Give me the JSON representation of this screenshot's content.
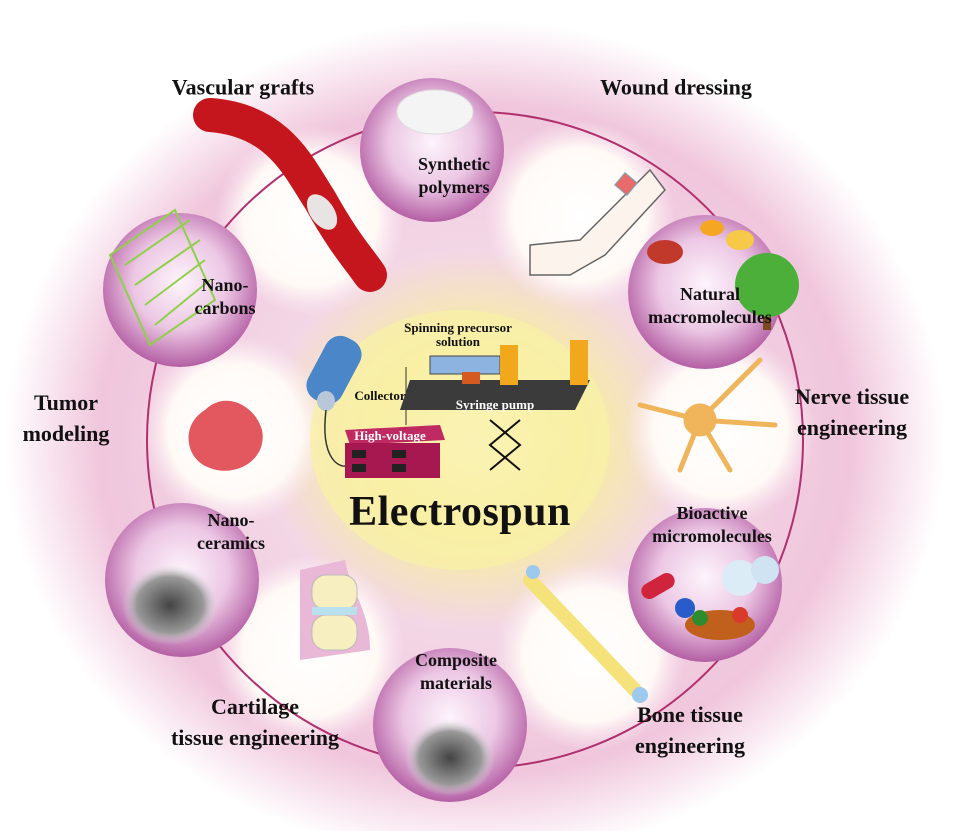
{
  "title": "Electrospun",
  "apparatus": {
    "precursor": "Spinning precursor solution",
    "precursor_line1": "Spinning precursor",
    "precursor_line2": "solution",
    "collector": "Collector",
    "pump": "Syringe pump",
    "voltage": "High-voltage"
  },
  "materials": [
    {
      "line1": "Synthetic",
      "line2": "polymers"
    },
    {
      "line1": "Natural",
      "line2": "macromolecules"
    },
    {
      "line1": "Bioactive",
      "line2": "micromolecules"
    },
    {
      "line1": "Composite",
      "line2": "materials"
    },
    {
      "line1": "Nano-",
      "line2": "ceramics"
    },
    {
      "line1": "Nano-",
      "line2": "carbons"
    }
  ],
  "applications": [
    {
      "line1": "Vascular grafts",
      "line2": ""
    },
    {
      "line1": "Wound  dressing",
      "line2": ""
    },
    {
      "line1": "Nerve tissue",
      "line2": "engineering"
    },
    {
      "line1": "Bone tissue",
      "line2": "engineering"
    },
    {
      "line1": "Cartilage",
      "line2": "tissue engineering"
    },
    {
      "line1": "Tumor",
      "line2": "modeling"
    }
  ],
  "colors": {
    "ring": "#b0306e",
    "bubble": "#c77bb8",
    "glow": "#f6e9a0",
    "vessel": "#c4161c"
  }
}
